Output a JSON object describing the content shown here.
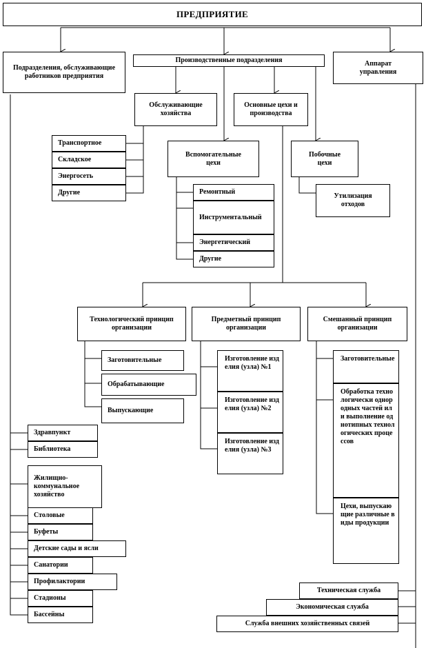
{
  "title": "ПРЕДПРИЯТИЕ",
  "top_divisions": {
    "service_staff": "Подразделения, обслуживающие работников предприятия",
    "production": "Производственные подразделения",
    "management": "Аппарат управления"
  },
  "production": {
    "service_farms": "Обслуживающие хозяйства",
    "main_shops": "Основные цехи и производства",
    "auxiliary_shops": "Вспомогательные цехи",
    "side_shops": "Побочные цехи"
  },
  "service_farm_items": [
    "Транспортное",
    "Складское",
    "Энергосеть",
    "Другие"
  ],
  "auxiliary_items": [
    "Ремонтный",
    "Инструментальный",
    "Энергетический",
    "Другие"
  ],
  "side_items": [
    "Утилизация отходов"
  ],
  "principles": {
    "technological": "Технологический принцип организации",
    "subject": "Предметный принцип организации",
    "mixed": "Смешанный принцип организации"
  },
  "technological_items": [
    "Заготовительные",
    "Обрабатывающие",
    "Выпускающие"
  ],
  "subject_items": [
    "Изготовление изделия (узла) №1",
    "Изготовление изделия (узла) №2",
    "Изготовление изделия (узла) №3"
  ],
  "mixed_items": [
    "Заготовительные",
    "Обработка технологически однородных частей или выполнение однотипных технологических процессов",
    "Цехи, выпускающие различные виды продукции"
  ],
  "staff_items": [
    "Здравпункт",
    "Библиотека",
    "Жилищно-коммунальное хозяйство",
    "Столовые",
    "Буфеты",
    "Детские сады и ясли",
    "Санатории",
    "Профилактории",
    "Стадионы",
    "Бассейны"
  ],
  "management_items": [
    "Техническая служба",
    "Экономическая служба",
    "Служба внешних хозяйственных связей"
  ]
}
